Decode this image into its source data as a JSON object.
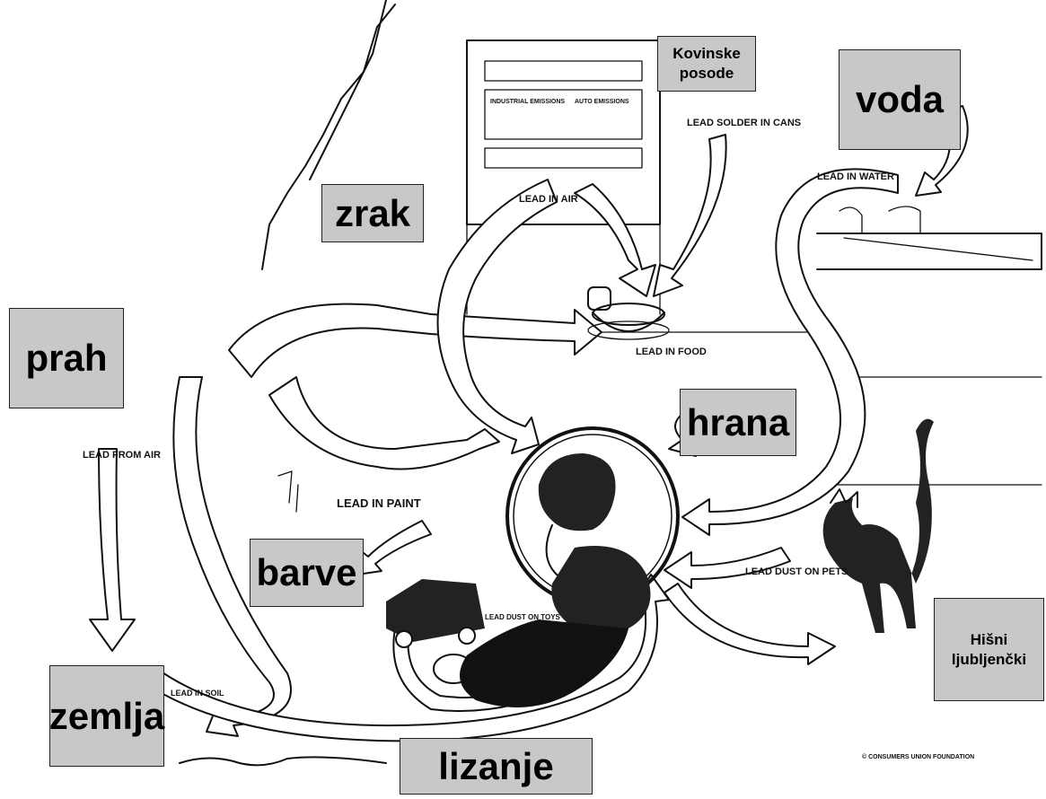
{
  "labels": {
    "kovinske_posode": "Kovinske posode",
    "voda": "voda",
    "zrak": "zrak",
    "prah": "prah",
    "hrana": "hrana",
    "barve": "barve",
    "zemlja": "zemlja",
    "lizanje": "lizanje",
    "hisni_ljubljencki": "Hišni ljubljenčki"
  },
  "drawing_text": {
    "lead_in_air": "LEAD IN AIR",
    "lead_solder_in_cans": "LEAD SOLDER IN CANS",
    "lead_in_water": "LEAD IN WATER",
    "lead_in_food": "LEAD IN FOOD",
    "lead_from_air": "LEAD FROM AIR",
    "lead_in_paint": "LEAD IN PAINT",
    "lead_dust_on_pets": "LEAD DUST ON PETS",
    "lead_dust_on_toys": "LEAD DUST ON TOYS",
    "lead_in_soil": "LEAD IN SOIL",
    "industrial_emissions": "INDUSTRIAL EMISSIONS",
    "auto_emissions": "AUTO EMISSIONS",
    "copyright": "© CONSUMERS UNION FOUNDATION"
  },
  "colors": {
    "label_fill": "#c8c8c8",
    "line": "#111111",
    "background": "#ffffff"
  }
}
